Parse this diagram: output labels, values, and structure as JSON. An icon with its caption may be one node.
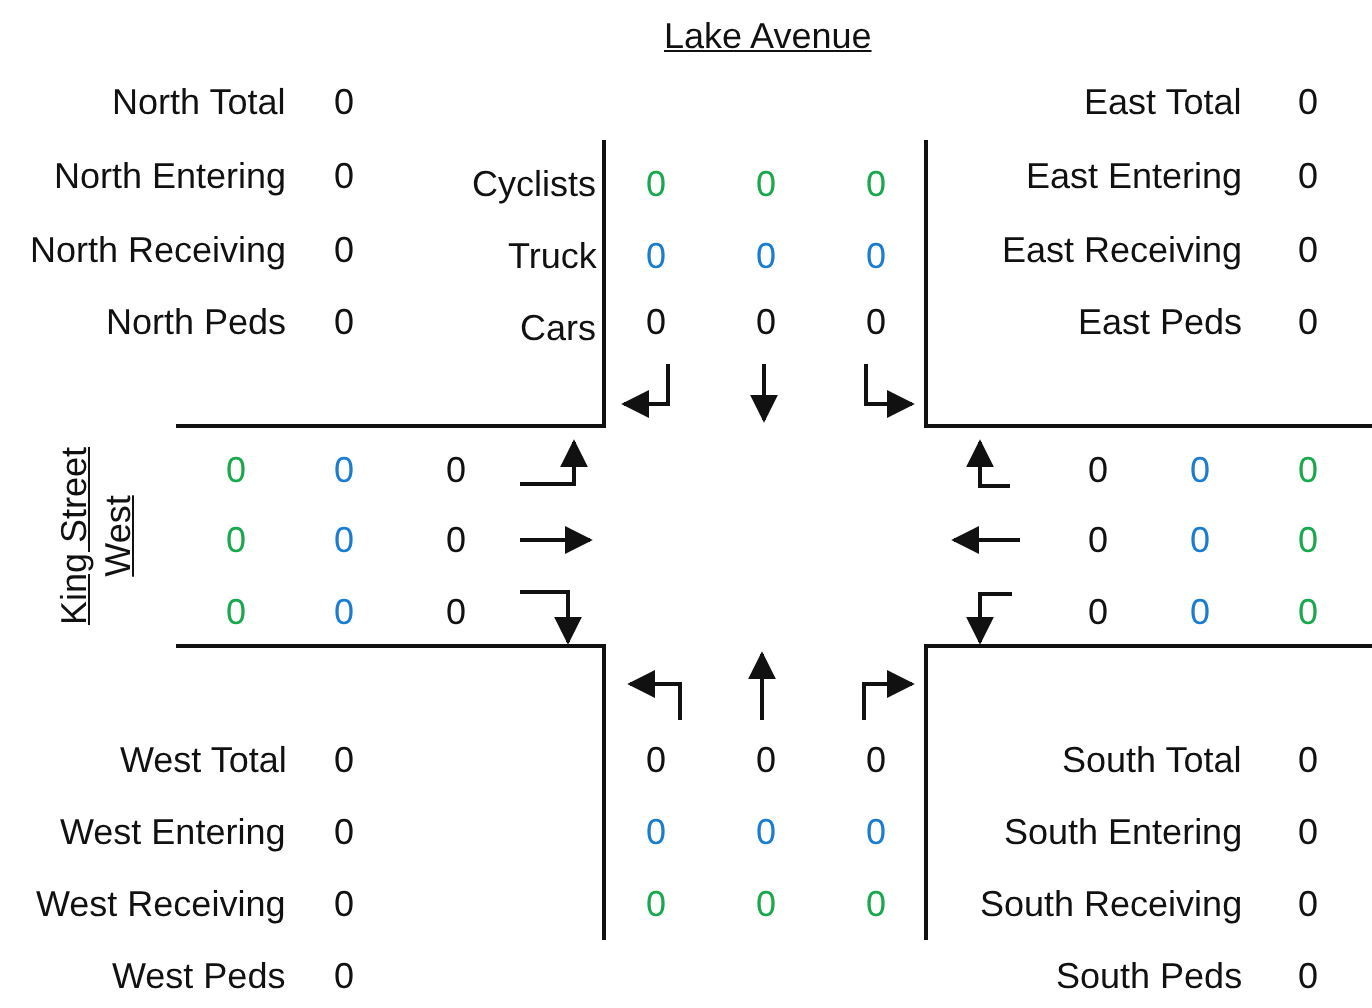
{
  "diagram": {
    "labels": [
      "Lake Avenue",
      "North Total",
      "0",
      "East Total",
      "0",
      "North Entering",
      "0",
      "Cyclists",
      "0",
      "0",
      "0",
      "East Entering",
      "0",
      "North Receiving",
      "0",
      "Truck",
      "0",
      "0",
      "0",
      "East Receiving",
      "0",
      "North Peds",
      "0",
      "Cars",
      "0",
      "0",
      "0",
      "East Peds",
      "0",
      "King Street West",
      "0",
      "0",
      "0",
      "0",
      "0",
      "0",
      "0",
      "0",
      "0",
      "0",
      "0",
      "0",
      "0",
      "0",
      "0",
      "0",
      "0",
      "0",
      "West Total",
      "0",
      "0",
      "0",
      "0",
      "South Total",
      "0",
      "West Entering",
      "0",
      "0",
      "0",
      "0",
      "South Entering",
      "0",
      "West Receiving",
      "0",
      "0",
      "0",
      "0",
      "South Receiving",
      "0",
      "West Peds",
      "0",
      "South Peds",
      "0"
    ]
  }
}
